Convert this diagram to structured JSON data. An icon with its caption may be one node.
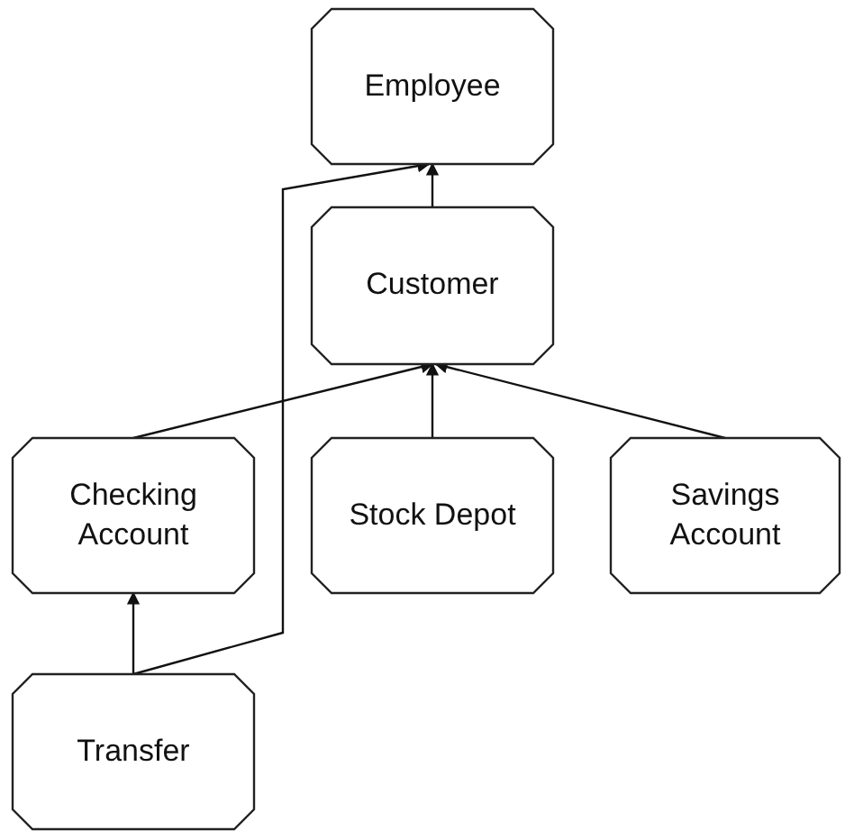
{
  "diagram": {
    "nodes": [
      {
        "text": [
          "Employee"
        ]
      },
      {
        "text": [
          "Customer"
        ]
      },
      {
        "text": [
          "Checking Account"
        ]
      },
      {
        "text": [
          "Stock Depot"
        ]
      },
      {
        "text": [
          "Savings Account"
        ]
      },
      {
        "text": [
          "Transfer"
        ]
      }
    ],
    "edges": [
      {
        "from": 1,
        "to": 0,
        "arrow": "to"
      },
      {
        "from": 2,
        "to": 1,
        "arrow": "to"
      },
      {
        "from": 3,
        "to": 1,
        "arrow": "to"
      },
      {
        "from": 4,
        "to": 1,
        "arrow": "to"
      },
      {
        "from": 5,
        "to": 2,
        "arrow": "to"
      },
      {
        "from": 5,
        "to": 0,
        "arrow": "to"
      }
    ]
  }
}
